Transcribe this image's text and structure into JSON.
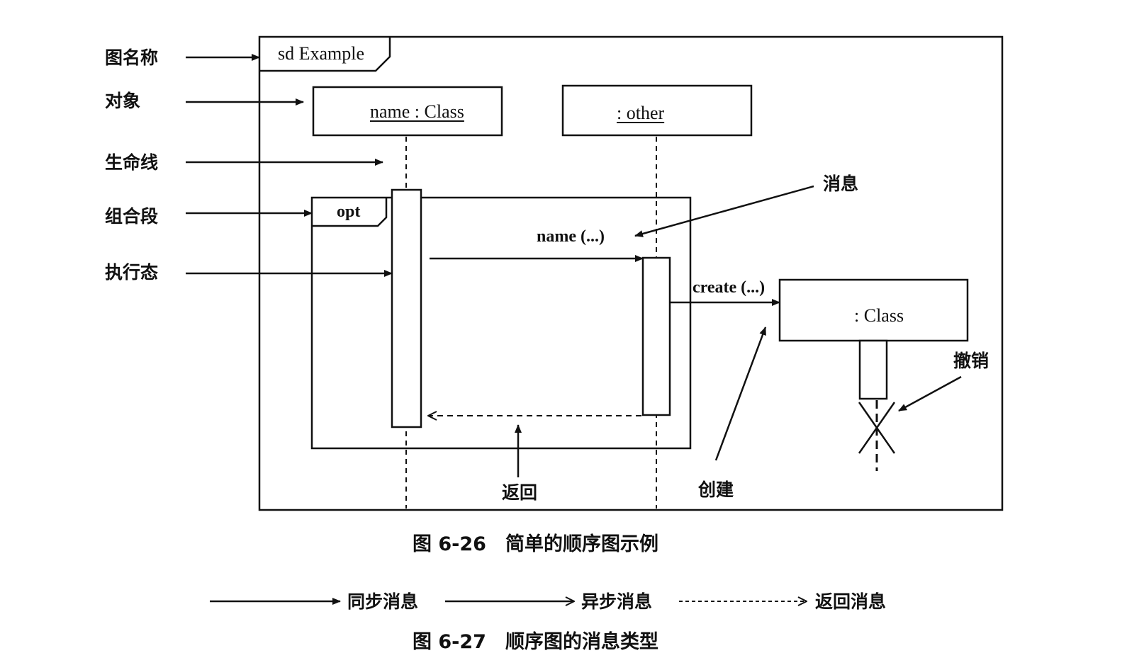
{
  "diagram": {
    "frame_label": "sd Example",
    "objects": [
      {
        "name": "name : Class"
      },
      {
        "name": ": other"
      },
      {
        "name": ": Class"
      }
    ],
    "fragment_label": "opt",
    "messages": {
      "call": "name (...)",
      "create": "create (...)"
    }
  },
  "left_labels": {
    "diagram_name": "图名称",
    "object": "对象",
    "lifeline": "生命线",
    "combined_fragment": "组合段",
    "execution": "执行态"
  },
  "callouts": {
    "message": "消息",
    "destroy": "撤销",
    "return": "返回",
    "create": "创建"
  },
  "caption_fig26": "图 6-26　简单的顺序图示例",
  "legend": {
    "sync": "同步消息",
    "async": "异步消息",
    "reply": "返回消息"
  },
  "caption_fig27": "图 6-27　顺序图的消息类型"
}
